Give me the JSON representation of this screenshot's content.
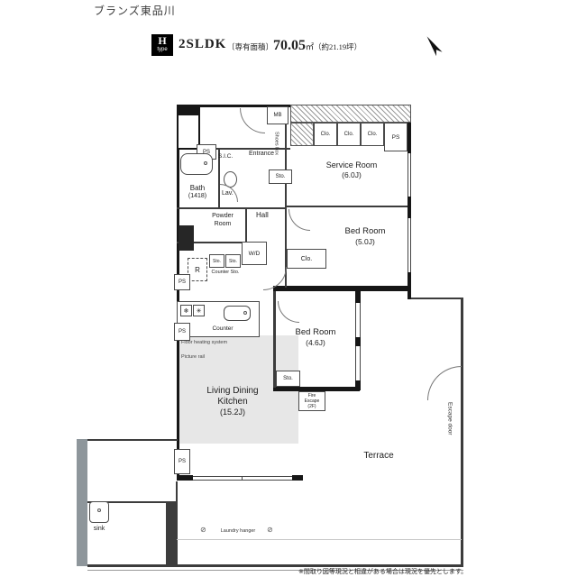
{
  "page": {
    "brand": "ブランズ東品川",
    "footer_note": "※間取り図等現況と相違がある場合は現況を優先とします。"
  },
  "header": {
    "type_letter": "H",
    "type_sub": "type",
    "layout": "2SLDK",
    "area_prefix": "〔専有面積〕",
    "area_value": "70.05",
    "area_unit": "㎡",
    "area_tsubo": "（約21.19坪）"
  },
  "rooms": {
    "service": {
      "name": "Service Room",
      "size": "(6.0J)"
    },
    "bed5": {
      "name": "Bed Room",
      "size": "(5.0J)"
    },
    "bed46": {
      "name": "Bed Room",
      "size": "(4.6J)"
    },
    "ldk": {
      "l1": "Living Dining",
      "l2": "Kitchen",
      "size": "(15.2J)"
    },
    "terrace": "Terrace",
    "hall": "Hall",
    "bath": "Bath",
    "bath_size": "(1418)",
    "lav": "Lav.",
    "powder_l1": "Powder",
    "powder_l2": "Room",
    "entrance": "Entrance",
    "sic": "S.I.C."
  },
  "labels": {
    "mb": "MB",
    "ps": "PS",
    "clo": "Clo.",
    "sto": "Sto.",
    "wd": "W/D",
    "r": "R",
    "counter": "Counter",
    "counter_sto": "Counter Sto.",
    "shoes_box": "Shoes box",
    "floor_heating": "Floor heating system",
    "picture_rail": "Picture rail",
    "escape_door": "Escape door",
    "laundry_hanger": "Laundry hanger",
    "sink": "sink",
    "fire_l1": "Fire",
    "fire_l2": "Escape",
    "fire_l3": "(2F)"
  },
  "icons": {
    "fridge": "❄",
    "stove": "✳",
    "hanger": "⊘"
  },
  "colors": {
    "wall": "#161616",
    "floor_heating_fill": "#e7e7e7",
    "exterior_shade": "#8e969b"
  }
}
